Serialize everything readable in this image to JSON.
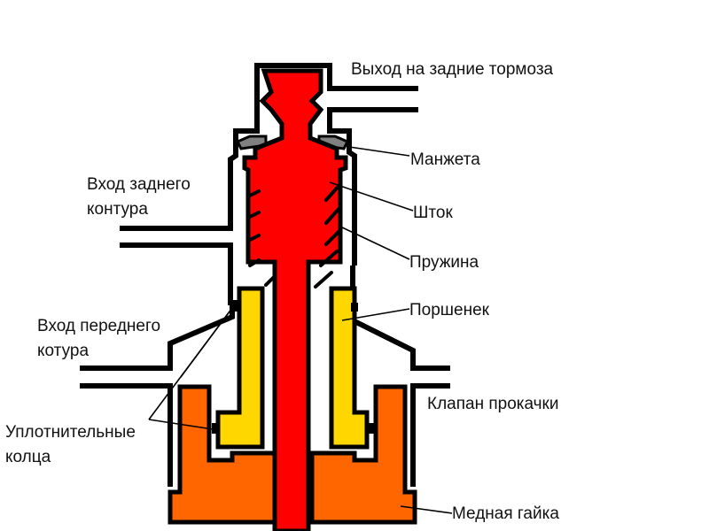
{
  "diagram": {
    "title": "Brake pressure regulator cross-section",
    "colors": {
      "stem": "#ff0000",
      "piston": "#ffd700",
      "nut": "#ff6600",
      "cuff": "#808080",
      "outline": "#000000",
      "background": "#ffffff"
    },
    "labels": {
      "outlet_rear": "Выход на задние тормоза",
      "cuff": "Манжета",
      "stem": "Шток",
      "spring": "Пружина",
      "piston": "Поршенек",
      "inlet_rear_line1": "Вход заднего",
      "inlet_rear_line2": "контура",
      "inlet_front_line1": "Вход переднего",
      "inlet_front_line2": "котура",
      "bleed_valve": "Клапан прокачки",
      "seal_rings_line1": "Уплотнительные",
      "seal_rings_line2": "колца",
      "copper_nut": "Медная гайка"
    }
  }
}
